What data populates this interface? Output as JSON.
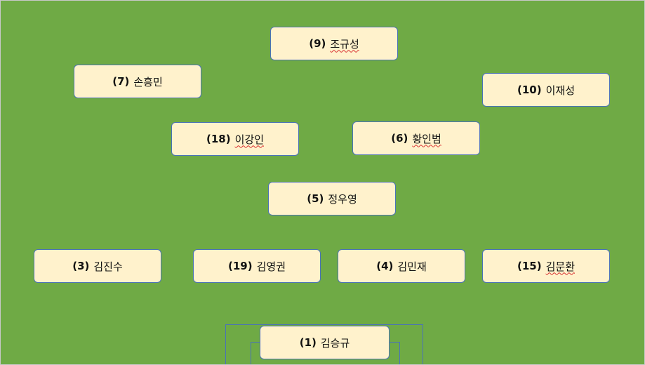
{
  "players": {
    "p9": {
      "number": "(9)",
      "name": "조규성"
    },
    "p7": {
      "number": "(7)",
      "name": "손흥민"
    },
    "p10": {
      "number": "(10)",
      "name": "이재성"
    },
    "p18": {
      "number": "(18)",
      "name": "이강인"
    },
    "p6": {
      "number": "(6)",
      "name": "황인범"
    },
    "p5": {
      "number": "(5)",
      "name": "정우영"
    },
    "p3": {
      "number": "(3)",
      "name": "김진수"
    },
    "p19": {
      "number": "(19)",
      "name": "김영권"
    },
    "p4": {
      "number": "(4)",
      "name": "김민재"
    },
    "p15": {
      "number": "(15)",
      "name": "김문환"
    },
    "p1": {
      "number": "(1)",
      "name": "김승규"
    }
  },
  "colors": {
    "pitch": "#6faa45",
    "card_fill": "#fff2cc",
    "card_border": "#4a72b8"
  }
}
